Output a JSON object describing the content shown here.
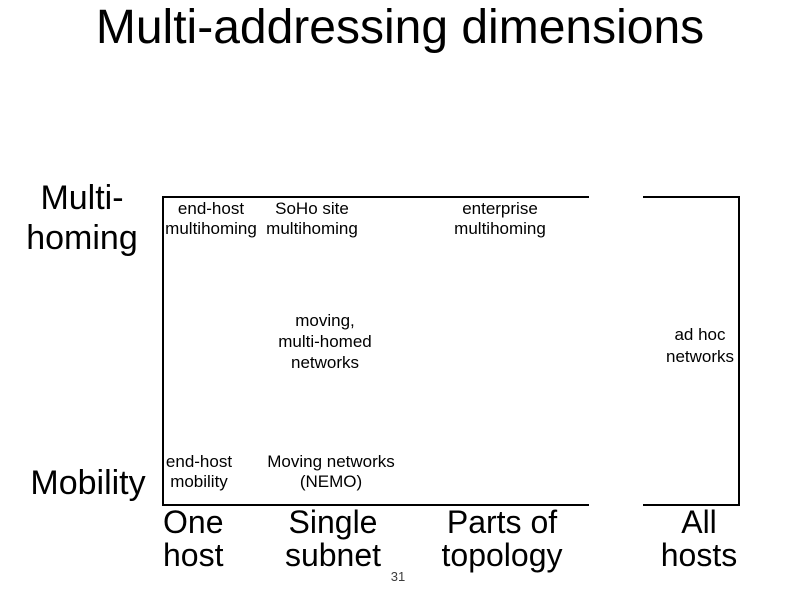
{
  "title": "Multi-addressing dimensions",
  "page_number": "31",
  "axes": {
    "vertical_top": "Multi-\nhoming",
    "vertical_bottom": "Mobility"
  },
  "multihoming_row": {
    "end_host": "end-host\nmultihoming",
    "soho": "SoHo site\nmultihoming",
    "enterprise": "enterprise\nmultihoming"
  },
  "middle_row": {
    "moving_networks": "moving,\nmulti-homed\nnetworks",
    "ad_hoc": "ad hoc\nnetworks"
  },
  "mobility_row": {
    "end_host": "end-host\nmobility",
    "nemo": "Moving networks\n(NEMO)"
  },
  "scope_axis": [
    "One\nhost",
    "Single\nsubnet",
    "Parts of\ntopology",
    "All\nhosts"
  ],
  "colors": {
    "text": "#000000",
    "background": "#ffffff",
    "line": "#000000",
    "page_number": "#3c3c3c"
  }
}
